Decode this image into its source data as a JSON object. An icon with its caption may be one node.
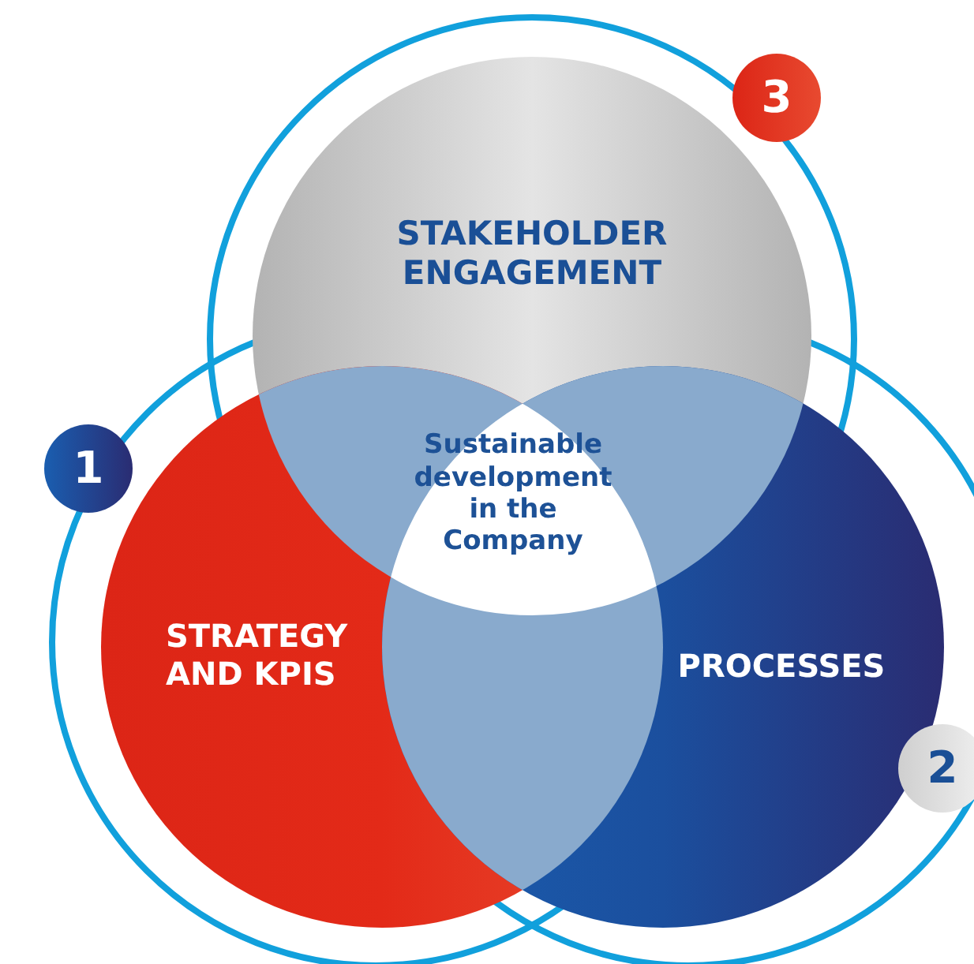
{
  "diagram": {
    "nodes": [
      {
        "text": [
          "STAKEHOLDER ENGAGEMENT"
        ]
      },
      {
        "text": [
          "3"
        ]
      },
      {
        "text": [
          "1"
        ]
      },
      {
        "text": [
          "Sustainable development in the Company"
        ]
      },
      {
        "text": [
          "STRATEGY AND KPIS"
        ]
      },
      {
        "text": [
          "PROCESSES"
        ]
      },
      {
        "text": [
          "2"
        ]
      }
    ],
    "edges": []
  }
}
